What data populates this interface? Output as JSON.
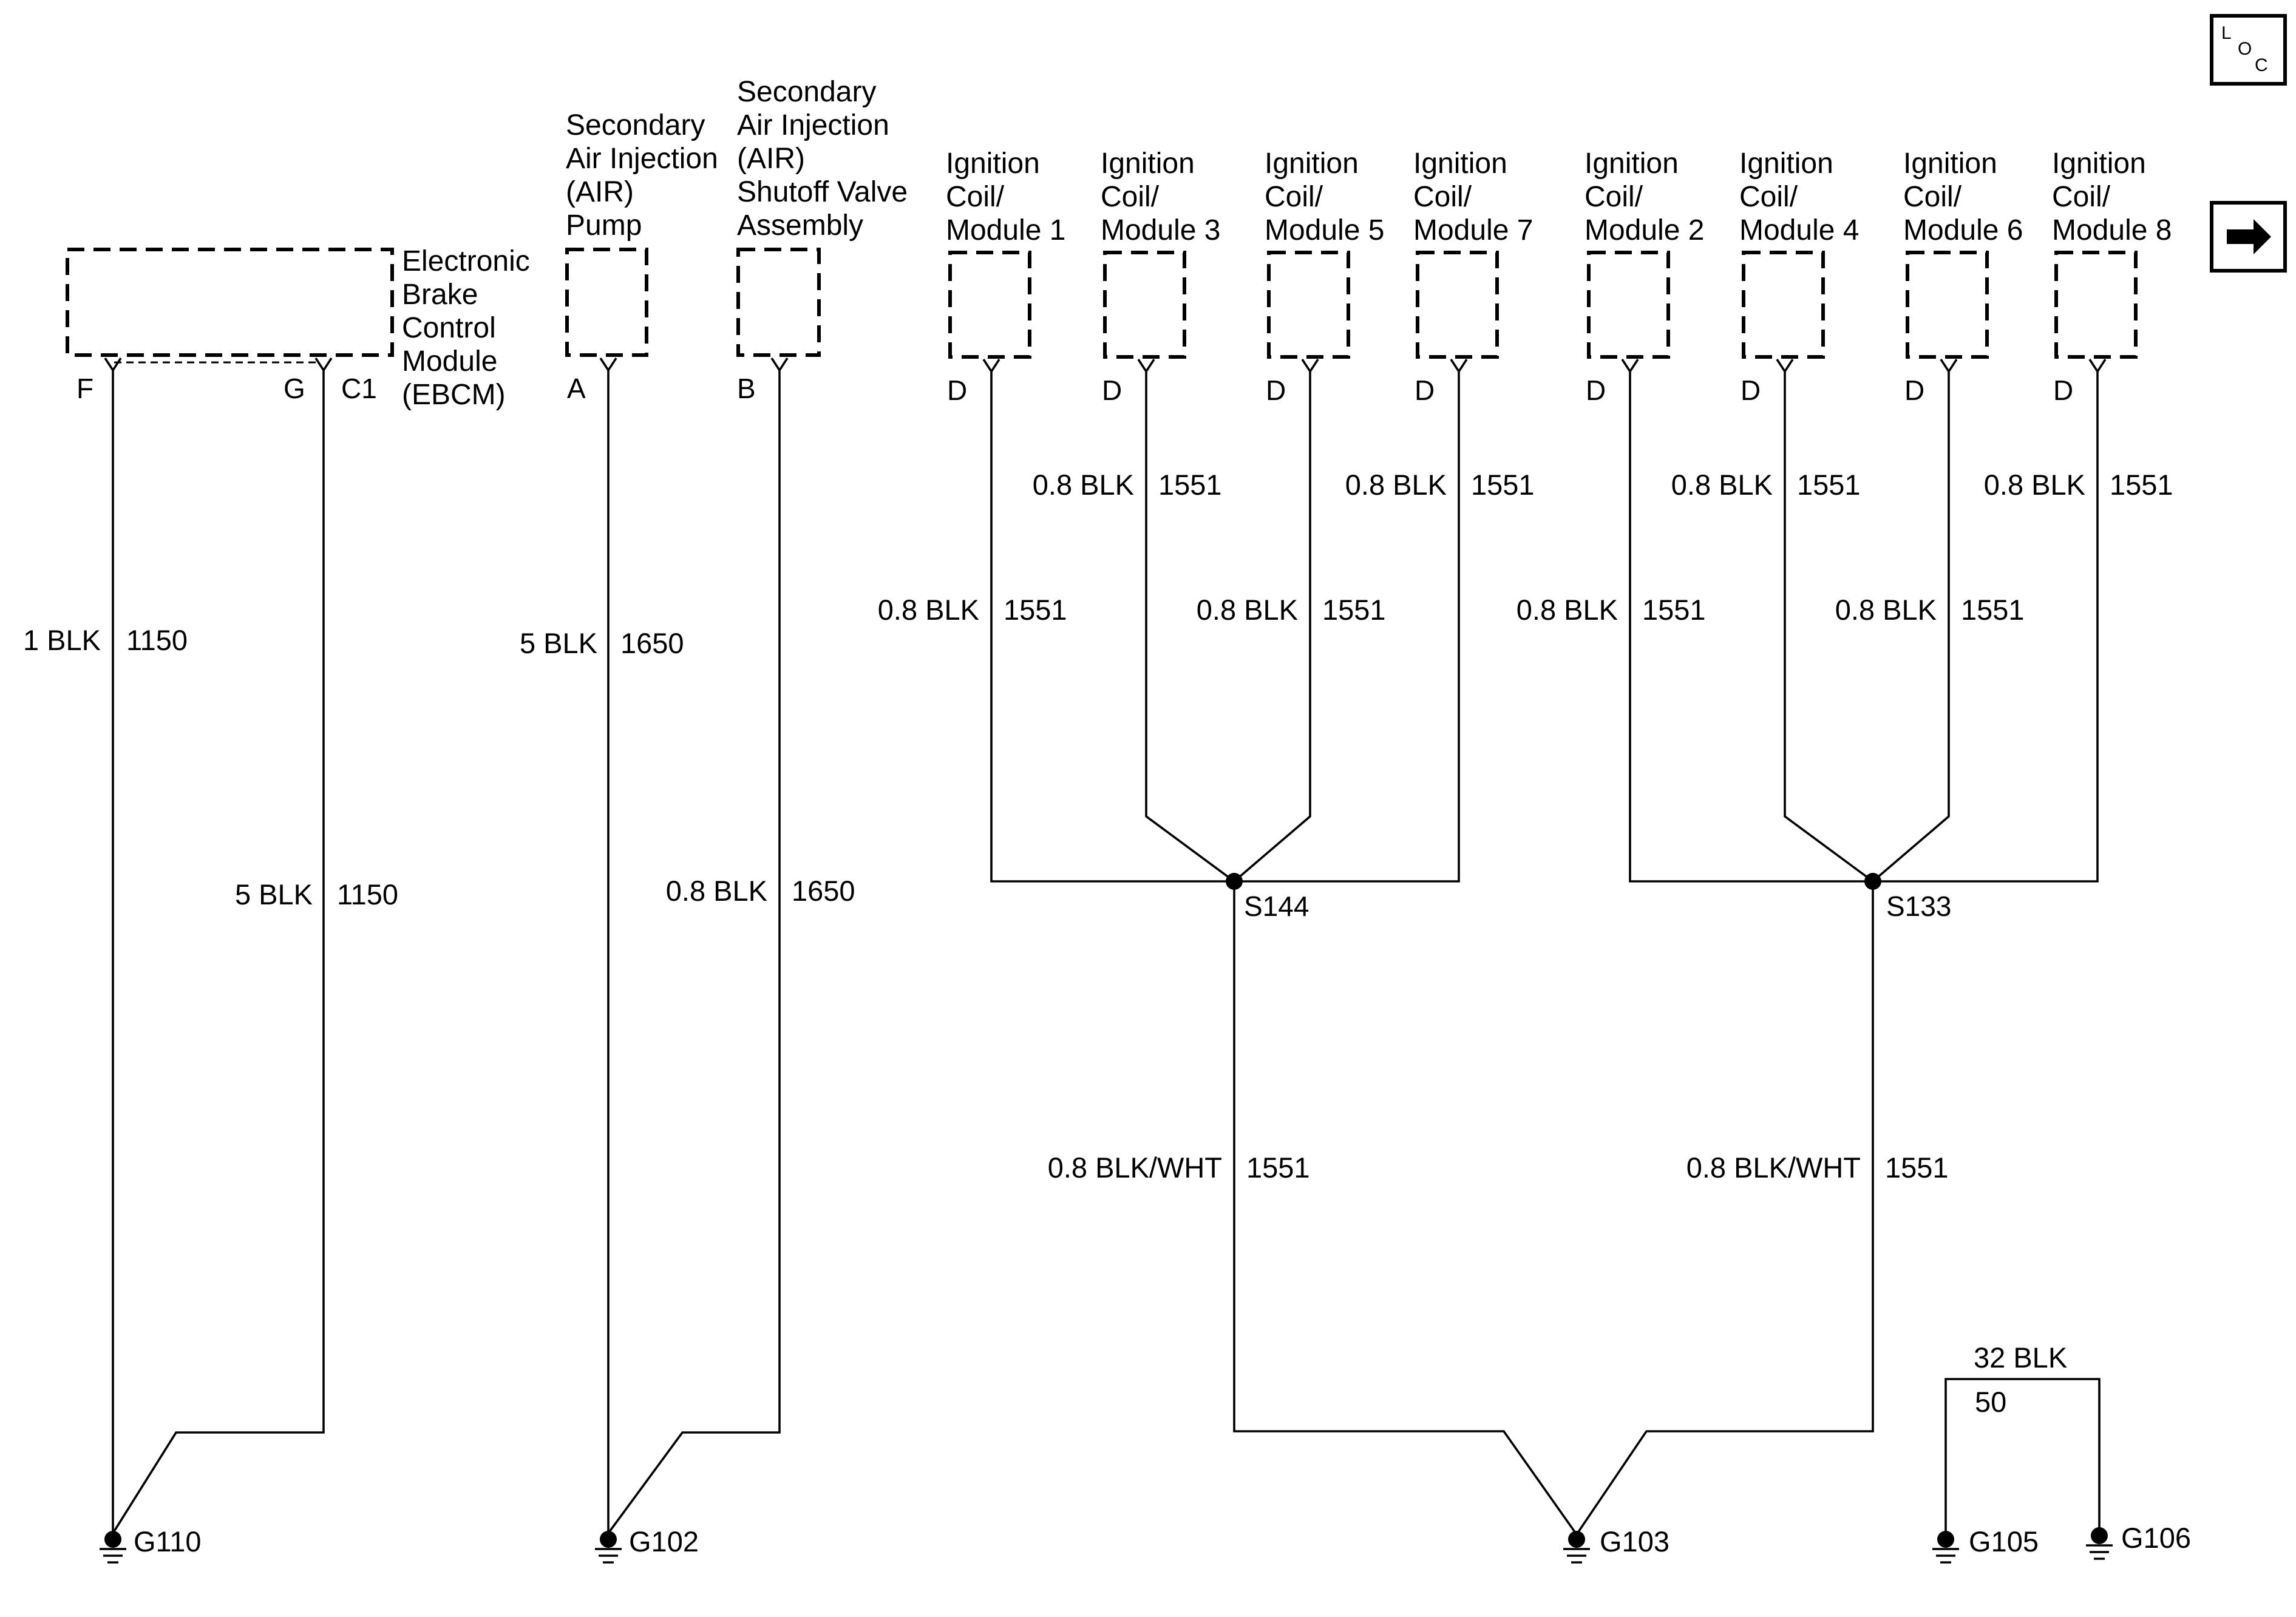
{
  "nav": {
    "loc_button": {
      "letters": [
        "L",
        "O",
        "C"
      ],
      "icon": "loc-icon"
    },
    "next_button": {
      "icon": "arrow-right-icon"
    }
  },
  "components": {
    "ebcm": {
      "lines": [
        "Electronic",
        "Brake",
        "Control",
        "Module",
        "(EBCM)"
      ],
      "pins": [
        "F",
        "G",
        "C1"
      ]
    },
    "air_pump": {
      "lines": [
        "Secondary",
        "Air Injection",
        "(AIR)",
        "Pump"
      ],
      "pin": "A"
    },
    "air_valve": {
      "lines": [
        "Secondary",
        "Air Injection",
        "(AIR)",
        "Shutoff Valve",
        "Assembly"
      ],
      "pin": "B"
    },
    "coils": [
      {
        "lines": [
          "Ignition",
          "Coil/",
          "Module 1"
        ],
        "pin": "D"
      },
      {
        "lines": [
          "Ignition",
          "Coil/",
          "Module 3"
        ],
        "pin": "D"
      },
      {
        "lines": [
          "Ignition",
          "Coil/",
          "Module 5"
        ],
        "pin": "D"
      },
      {
        "lines": [
          "Ignition",
          "Coil/",
          "Module 7"
        ],
        "pin": "D"
      },
      {
        "lines": [
          "Ignition",
          "Coil/",
          "Module 2"
        ],
        "pin": "D"
      },
      {
        "lines": [
          "Ignition",
          "Coil/",
          "Module 4"
        ],
        "pin": "D"
      },
      {
        "lines": [
          "Ignition",
          "Coil/",
          "Module 6"
        ],
        "pin": "D"
      },
      {
        "lines": [
          "Ignition",
          "Coil/",
          "Module 8"
        ],
        "pin": "D"
      }
    ]
  },
  "wires": {
    "ebcm_f": {
      "gauge_color": "1 BLK",
      "circuit": "1150"
    },
    "ebcm_g": {
      "gauge_color": "5 BLK",
      "circuit": "1150"
    },
    "air_pump": {
      "gauge_color": "5 BLK",
      "circuit": "1650"
    },
    "air_valve": {
      "gauge_color": "0.8 BLK",
      "circuit": "1650"
    },
    "coil_1": {
      "gauge_color": "0.8 BLK",
      "circuit": "1551"
    },
    "coil_3": {
      "gauge_color": "0.8 BLK",
      "circuit": "1551"
    },
    "coil_5": {
      "gauge_color": "0.8 BLK",
      "circuit": "1551"
    },
    "coil_7": {
      "gauge_color": "0.8 BLK",
      "circuit": "1551"
    },
    "coil_2": {
      "gauge_color": "0.8 BLK",
      "circuit": "1551"
    },
    "coil_4": {
      "gauge_color": "0.8 BLK",
      "circuit": "1551"
    },
    "coil_6": {
      "gauge_color": "0.8 BLK",
      "circuit": "1551"
    },
    "coil_8": {
      "gauge_color": "0.8 BLK",
      "circuit": "1551"
    },
    "s144_g103": {
      "gauge_color": "0.8 BLK/WHT",
      "circuit": "1551"
    },
    "s133_g103": {
      "gauge_color": "0.8 BLK/WHT",
      "circuit": "1551"
    },
    "g105_g106": {
      "gauge_color": "32 BLK",
      "circuit": "50"
    }
  },
  "splices": [
    "S144",
    "S133"
  ],
  "grounds": [
    "G110",
    "G102",
    "G103",
    "G105",
    "G106"
  ]
}
